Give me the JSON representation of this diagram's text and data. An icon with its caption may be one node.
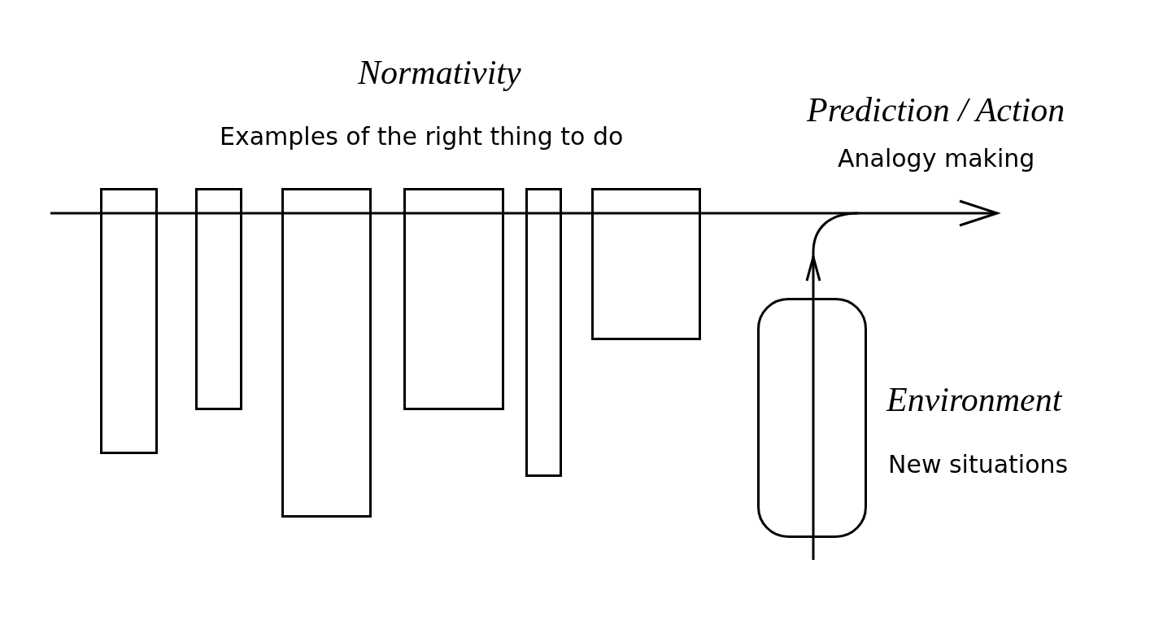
{
  "diagram": {
    "nodes": [
      {
        "text": [],
        "shape": "box"
      },
      {
        "text": [],
        "shape": "box"
      },
      {
        "text": [],
        "shape": "box"
      },
      {
        "text": [],
        "shape": "box"
      },
      {
        "text": [],
        "shape": "box"
      },
      {
        "text": [],
        "shape": "box"
      },
      {
        "text": [],
        "shape": "box",
        "beside": [
          "Environment",
          "New situations"
        ]
      }
    ],
    "labels": [
      "Normativity",
      "Examples of the right thing to do",
      "Prediction / Action",
      "Analogy making"
    ]
  }
}
